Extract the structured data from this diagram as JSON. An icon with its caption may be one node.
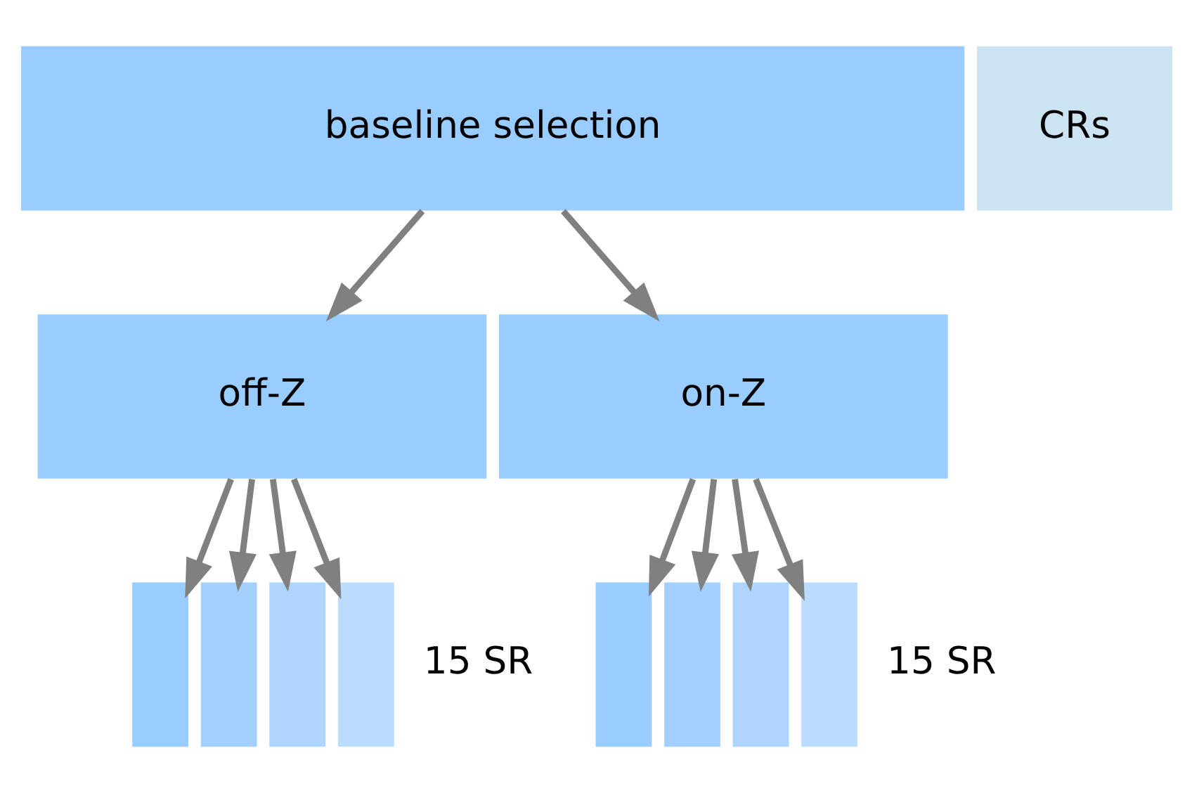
{
  "diagram": {
    "nodes": [
      {
        "text": [
          "baseline selection"
        ]
      },
      {
        "text": [
          "CRs"
        ]
      },
      {
        "text": [
          "off-Z"
        ]
      },
      {
        "text": [
          "on-Z"
        ]
      },
      {
        "text": [],
        "shape": "box"
      },
      {
        "text": [],
        "shape": "box"
      },
      {
        "text": [],
        "shape": "box"
      },
      {
        "text": [],
        "shape": "box",
        "beside": [
          "15 SR"
        ]
      },
      {
        "text": [],
        "shape": "box"
      },
      {
        "text": [],
        "shape": "box"
      },
      {
        "text": [],
        "shape": "box"
      },
      {
        "text": [],
        "shape": "box",
        "beside": [
          "15 SR"
        ]
      }
    ],
    "edges": [
      {
        "from": 0,
        "to": 2,
        "arrow": "to"
      },
      {
        "from": 0,
        "to": 3,
        "arrow": "to"
      },
      {
        "from": 2,
        "to": 4,
        "arrow": "to"
      },
      {
        "from": 2,
        "to": 5,
        "arrow": "to"
      },
      {
        "from": 2,
        "to": 6,
        "arrow": "to"
      },
      {
        "from": 2,
        "to": 7,
        "arrow": "to"
      },
      {
        "from": 3,
        "to": 8,
        "arrow": "to"
      },
      {
        "from": 3,
        "to": 9,
        "arrow": "to"
      },
      {
        "from": 3,
        "to": 10,
        "arrow": "to"
      },
      {
        "from": 3,
        "to": 11,
        "arrow": "to"
      }
    ]
  }
}
